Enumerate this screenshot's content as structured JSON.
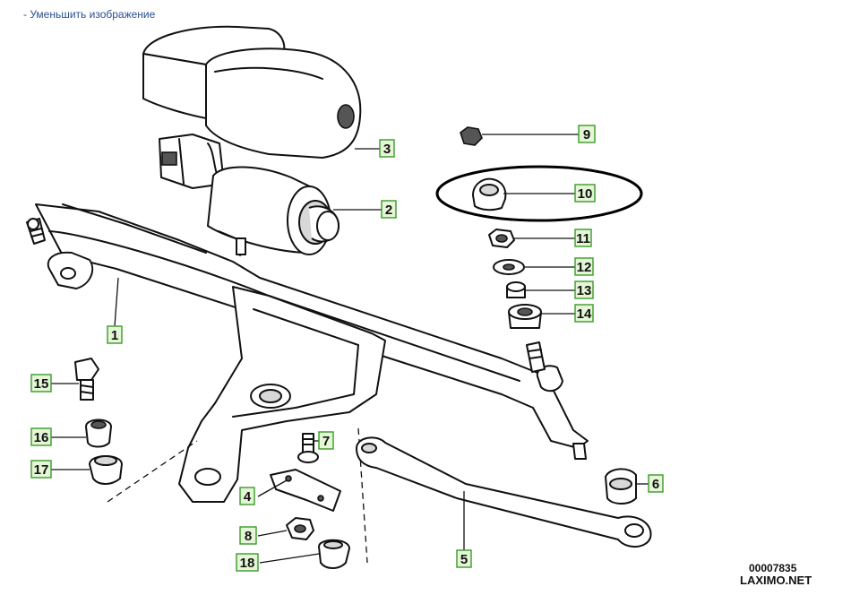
{
  "header": {
    "shrink_link": "- Уменьшить изображение"
  },
  "callouts": {
    "c1": "1",
    "c2": "2",
    "c3": "3",
    "c4": "4",
    "c5": "5",
    "c6": "6",
    "c7": "7",
    "c8": "8",
    "c9": "9",
    "c10": "10",
    "c11": "11",
    "c12": "12",
    "c13": "13",
    "c14": "14",
    "c15": "15",
    "c16": "16",
    "c17": "17",
    "c18": "18"
  },
  "watermark": {
    "code": "00007835",
    "brand": "LAXIMO.NET"
  },
  "colors": {
    "callout_fill": "#e4f6d6",
    "callout_border": "#3a9a2a",
    "link": "#2a4f8f"
  },
  "highlight": {
    "target_part": "10",
    "shape": "ellipse"
  }
}
